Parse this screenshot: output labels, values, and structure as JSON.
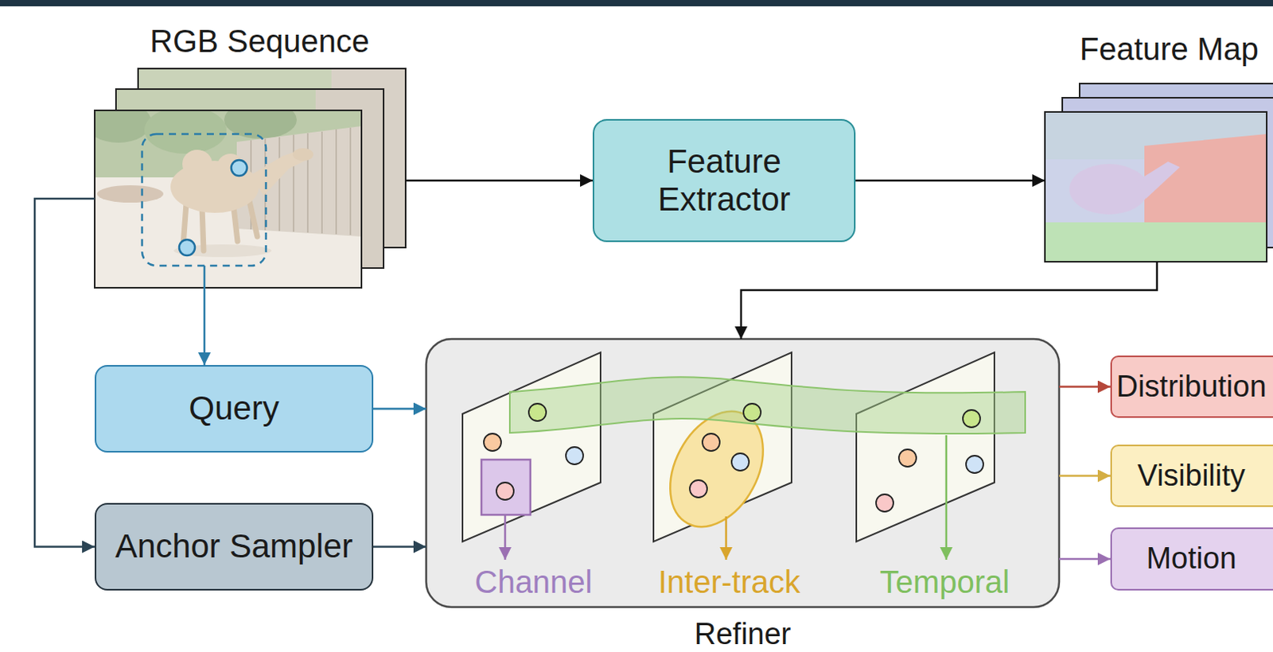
{
  "diagram": {
    "nodes": [
      {
        "text": [
          "RGB Sequence"
        ]
      },
      {
        "text": [
          "Feature Extractor"
        ]
      },
      {
        "text": [
          "Feature Map"
        ]
      },
      {
        "text": [
          "Query"
        ]
      },
      {
        "text": [
          "Anchor Sampler"
        ]
      },
      {
        "text": [
          "Refiner"
        ]
      },
      {
        "text": [
          "Distribution"
        ]
      },
      {
        "text": [
          "Visibility"
        ]
      },
      {
        "text": [
          "Motion"
        ]
      }
    ],
    "edges": [
      {
        "from": 0,
        "to": 1,
        "arrow": "to"
      },
      {
        "from": 1,
        "to": 2,
        "arrow": "to"
      },
      {
        "from": 2,
        "to": 5,
        "arrow": "to"
      },
      {
        "from": 0,
        "to": 3,
        "arrow": "to"
      },
      {
        "from": 0,
        "to": 4,
        "arrow": "to"
      },
      {
        "from": 3,
        "to": 5,
        "arrow": "to"
      },
      {
        "from": 4,
        "to": 5,
        "arrow": "to"
      },
      {
        "from": 5,
        "to": 6,
        "arrow": "to"
      },
      {
        "from": 5,
        "to": 7,
        "arrow": "to"
      },
      {
        "from": 5,
        "to": 8,
        "arrow": "to"
      }
    ],
    "labels": [
      "Channel",
      "Inter-track",
      "Temporal"
    ]
  }
}
